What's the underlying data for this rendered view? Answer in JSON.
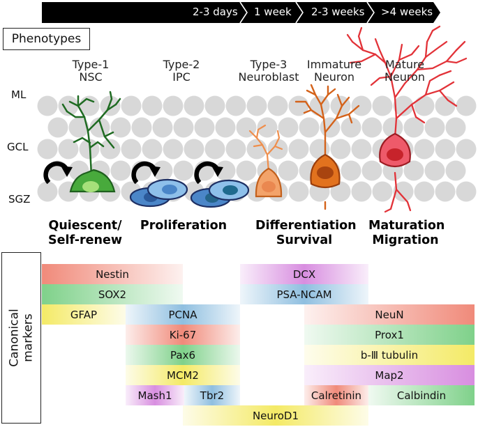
{
  "timeline": [
    "2-3 days",
    "1 week",
    "2-3 weeks",
    ">4 weeks"
  ],
  "phenotypes_title": "Phenotypes",
  "stages": [
    {
      "line1": "Type-1",
      "line2": "NSC"
    },
    {
      "line1": "Type-2",
      "line2": "IPC"
    },
    {
      "line1": "Type-3",
      "line2": "Neuroblast"
    },
    {
      "line1": "Immature",
      "line2": "Neuron"
    },
    {
      "line1": "Mature",
      "line2": "Neuron"
    }
  ],
  "layers": [
    "ML",
    "GCL",
    "SGZ"
  ],
  "processes": [
    {
      "line1": "Quiescent/",
      "line2": "Self-renew"
    },
    {
      "line1": "Proliferation",
      "line2": ""
    },
    {
      "line1": "Differentiation",
      "line2": "Survival"
    },
    {
      "line1": "Maturation",
      "line2": "Migration"
    }
  ],
  "markers_title": {
    "line1": "Canonical",
    "line2": "markers"
  },
  "markers": {
    "nestin": "Nestin",
    "sox2": "SOX2",
    "gfap": "GFAP",
    "pcna": "PCNA",
    "ki67": "Ki-67",
    "pax6": "Pax6",
    "mcm2": "MCM2",
    "mash1": "Mash1",
    "tbr2": "Tbr2",
    "dcx": "DCX",
    "psancam": "PSA-NCAM",
    "neun": "NeuN",
    "prox1": "Prox1",
    "b3tubulin": "b-Ⅲ tubulin",
    "map2": "Map2",
    "calretinin": "Calretinin",
    "calbindin": "Calbindin",
    "neurod1": "NeuroD1"
  },
  "colors": {
    "timeline": "#000000",
    "gcl_cells": "#d8d8d8",
    "nsc": "#3ea33a",
    "ipc": "#4a8fd0",
    "neuroblast": "#f0904a",
    "immature": "#e2701e",
    "mature": "#e2333b",
    "marker_red": "#f08a7a",
    "marker_green": "#7fd18a",
    "marker_yellow": "#f4ea66",
    "marker_blue": "#8fbfe0",
    "marker_purple": "#d88ee0"
  }
}
